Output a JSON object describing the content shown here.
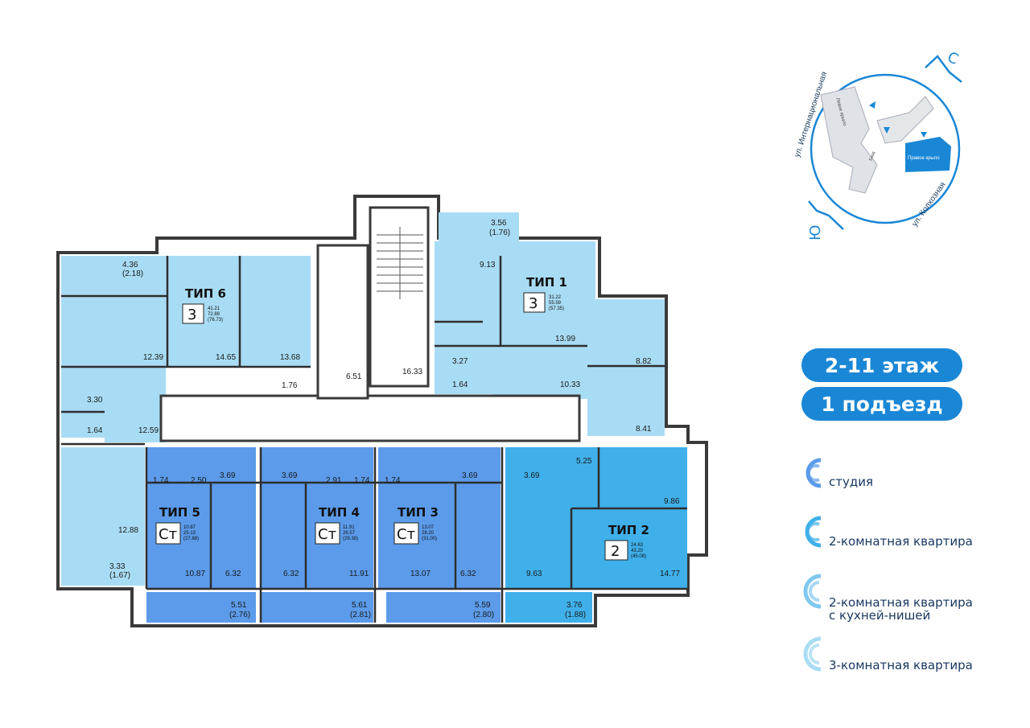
{
  "floor_label": "2-11 этаж",
  "entrance_label": "1 подъезд",
  "colors": {
    "studio": "#5b9bea",
    "two_room": "#3fb0ea",
    "two_room_niche": "#7fc8ef",
    "three_room": "#a8dcf4",
    "accent": "#1a87d6",
    "wall": "#3a3a3a",
    "corridor": "#ffffff"
  },
  "legend": [
    {
      "label": "студия",
      "icon": "studio-icon"
    },
    {
      "label": "2-комнатная квартира",
      "icon": "two-room-icon"
    },
    {
      "label": "2-комнатная квартира",
      "label2": "с кухней-нишей",
      "icon": "two-room-niche-icon"
    },
    {
      "label": "3-комнатная квартира",
      "icon": "three-room-icon"
    }
  ],
  "site_map": {
    "street_top": "ул. Интернациональная",
    "street_bottom": "ул. Колхозная",
    "left_wing": "Левое крыло",
    "right_wing": "Правое крыло",
    "compass_north": "С",
    "compass_south": "Ю",
    "small_label": "Бард"
  },
  "apartments": [
    {
      "type": "ТИП 6",
      "rooms": "3",
      "areas": [
        "41.21",
        "72.88",
        "(76.73)"
      ]
    },
    {
      "type": "ТИП 1",
      "rooms": "3",
      "areas": [
        "31.22",
        "55.59",
        "(57.35)"
      ]
    },
    {
      "type": "ТИП 5",
      "rooms": "Ст",
      "areas": [
        "10.87",
        "25.13",
        "(27.88)"
      ]
    },
    {
      "type": "ТИП 4",
      "rooms": "Ст",
      "areas": [
        "11.91",
        "26.57",
        "(29.38)"
      ]
    },
    {
      "type": "ТИП 3",
      "rooms": "Ст",
      "areas": [
        "13.07",
        "28.20",
        "(31.00)"
      ]
    },
    {
      "type": "ТИП 2",
      "rooms": "2",
      "areas": [
        "24.63",
        "43.20",
        "(45.08)"
      ]
    }
  ],
  "room_labels": [
    "4.36",
    "(2.18)",
    "12.39",
    "14.65",
    "13.68",
    "1.76",
    "3.30",
    "1.64",
    "12.59",
    "12.88",
    "3.33",
    "(1.67)",
    "6.51",
    "16.33",
    "3.56",
    "(1.76)",
    "9.13",
    "3.27",
    "1.64",
    "13.99",
    "10.33",
    "8.82",
    "8.41",
    "1.74",
    "2.50",
    "3.69",
    "10.87",
    "6.32",
    "5.51",
    "(2.76)",
    "3.69",
    "2.91",
    "1.74",
    "6.32",
    "11.91",
    "5.61",
    "(2.81)",
    "1.74",
    "3.69",
    "13.07",
    "6.32",
    "5.59",
    "(2.80)",
    "3.69",
    "5.25",
    "9.86",
    "9.63",
    "14.77",
    "3.76",
    "(1.88)"
  ]
}
